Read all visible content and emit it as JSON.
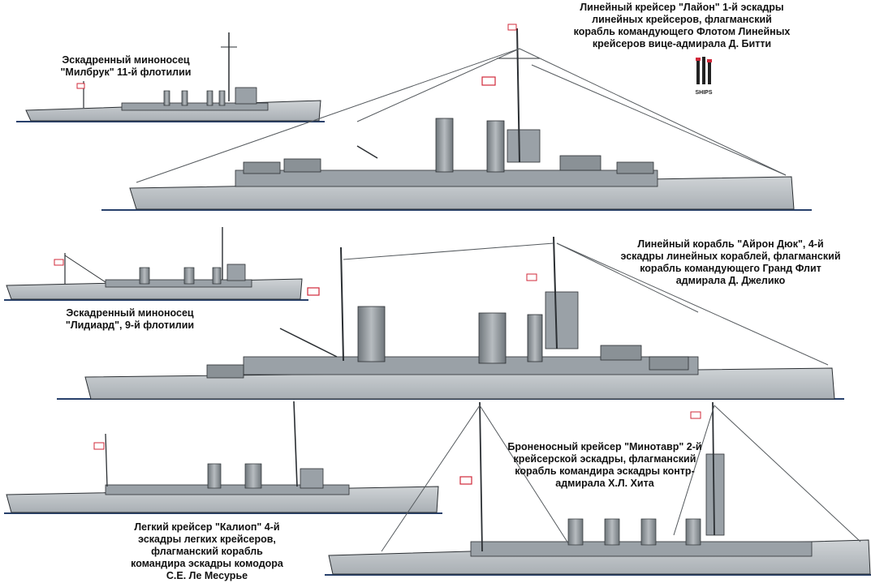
{
  "captions": {
    "milbrook": "Эскадренный миноносец\n\"Милбрук\" 11-й флотилии",
    "lion": "Линейный крейсер \"Лайон\" 1-й эскадры\nлинейных крейсеров, флагманский\nкорабль командующего Флотом Линейных\nкрейсеров вице-адмирала Д. Битти",
    "iron_duke": "Линейный корабль \"Айрон Дюк\", 4-й\nэскадры линейных кораблей, флагманский\nкорабль командующего Гранд Флит\nадмирала Д. Джелико",
    "lydiard": "Эскадренный миноносец\n\"Лидиард\", 9-й флотилии",
    "minotaur": "Броненосный крейсер \"Минотавр\" 2-й\nкрейсерской эскадры, флагманский\nкорабль командира эскадры контр-\nадмирала Х.Л. Хита",
    "calliope": "Легкий крейсер \"Калиоп\" 4-й\nэскадры легких крейсеров,\nфлагманский корабль\nкомандира эскадры комодора\nС.Е. Ле Месурье"
  },
  "logo_text": "SHIPS",
  "colors": {
    "hull": "#b9bec3",
    "hull_dark": "#7d848a",
    "superstructure": "#9aa1a7",
    "funnel": "#8a9196",
    "outline": "#2b2f33",
    "waterline": "#27406b",
    "rigging": "#555a5e",
    "flag_red": "#d0283a"
  }
}
